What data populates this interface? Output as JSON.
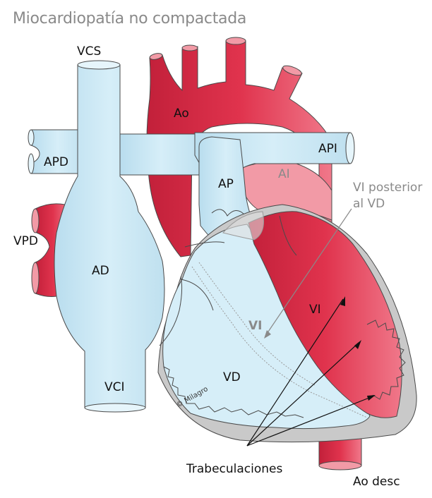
{
  "title": "Miocardiopatía no compactada",
  "labels": {
    "vcs": "VCS",
    "apd": "APD",
    "vpd": "VPD",
    "ad": "AD",
    "vci": "VCI",
    "ao": "Ao",
    "ap": "AP",
    "api": "API",
    "ai": "AI",
    "vi_posterior_line1": "VI posterior",
    "vi_posterior_line2": "al VD",
    "vi_inner": "VI",
    "vi": "VI",
    "vd": "VD",
    "trabeculaciones": "Trabeculaciones",
    "ao_desc": "Ao desc",
    "copyright": "© Milagro"
  },
  "colors": {
    "venous_blue": "#cfe9f5",
    "venous_outline": "#4a4a4a",
    "arterial_red": "#e0334d",
    "arterial_dark": "#c2203a",
    "arterial_light": "#f29aa6",
    "pericardium_grey": "#c9c9c9",
    "title_grey": "#8a8a8a"
  }
}
